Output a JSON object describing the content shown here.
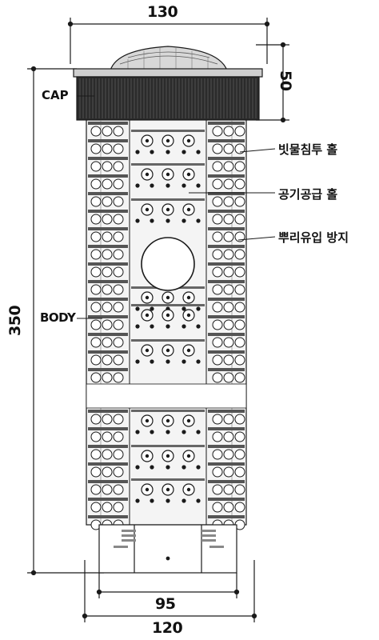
{
  "dimensions": {
    "top_width": "130",
    "cap_height": "50",
    "total_height": "350",
    "base_width": "95",
    "bottom_width": "120"
  },
  "labels": {
    "cap": "CAP",
    "body": "BODY",
    "rain_hole": "빗물침투 홀",
    "air_hole": "공기공급 홀",
    "root_block": "뿌리유입 방지"
  },
  "colors": {
    "ink": "#1a1a1a",
    "cap_fill": "#2b2b2b",
    "body_fill": "#f4f4f4"
  }
}
